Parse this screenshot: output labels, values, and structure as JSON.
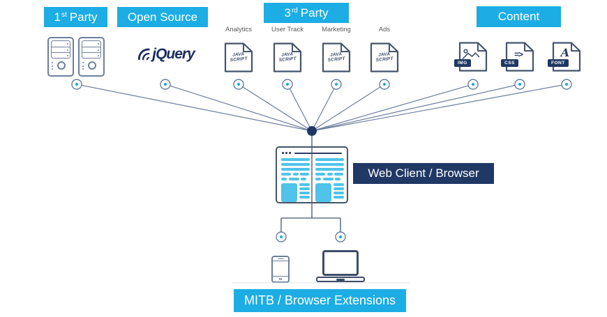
{
  "header_labels": {
    "first_party": {
      "base": "1",
      "sup": "st",
      "rest": "Party"
    },
    "open_source": "Open Source",
    "third_party": {
      "base": "3",
      "sup": "rd",
      "rest": "Party"
    },
    "content": "Content"
  },
  "open_source": {
    "brand_name": "jQuery"
  },
  "third_party": {
    "items": [
      {
        "label": "Analytics",
        "file_text_top": "JAVA",
        "file_text_bottom": "SCRIPT"
      },
      {
        "label": "User Track",
        "file_text_top": "JAVA",
        "file_text_bottom": "SCRIPT"
      },
      {
        "label": "Marketing",
        "file_text_top": "JAVA",
        "file_text_bottom": "SCRIPT"
      },
      {
        "label": "Ads",
        "file_text_top": "JAVA",
        "file_text_bottom": "SCRIPT"
      }
    ]
  },
  "content_files": {
    "items": [
      {
        "badge": "IMG"
      },
      {
        "badge": "CSS",
        "glyph": "=>"
      },
      {
        "badge": "FONT",
        "glyph": "A"
      }
    ]
  },
  "browser": {
    "label": "Web Client / Browser"
  },
  "devices": {
    "label": "MITB / Browser Extensions"
  },
  "icons": [
    "server-icon",
    "jquery-logo-icon",
    "javascript-file-icon",
    "image-file-icon",
    "css-file-icon",
    "font-file-icon",
    "browser-window-icon",
    "phone-icon",
    "laptop-icon",
    "connector-port-icon",
    "hub-node-icon"
  ],
  "colors": {
    "accent_cyan": "#1CADE4",
    "navy": "#1F3864",
    "slate": "#44546A",
    "line": "#6B7D9B",
    "bar": "#4FC3EA",
    "gray": "#595959"
  }
}
